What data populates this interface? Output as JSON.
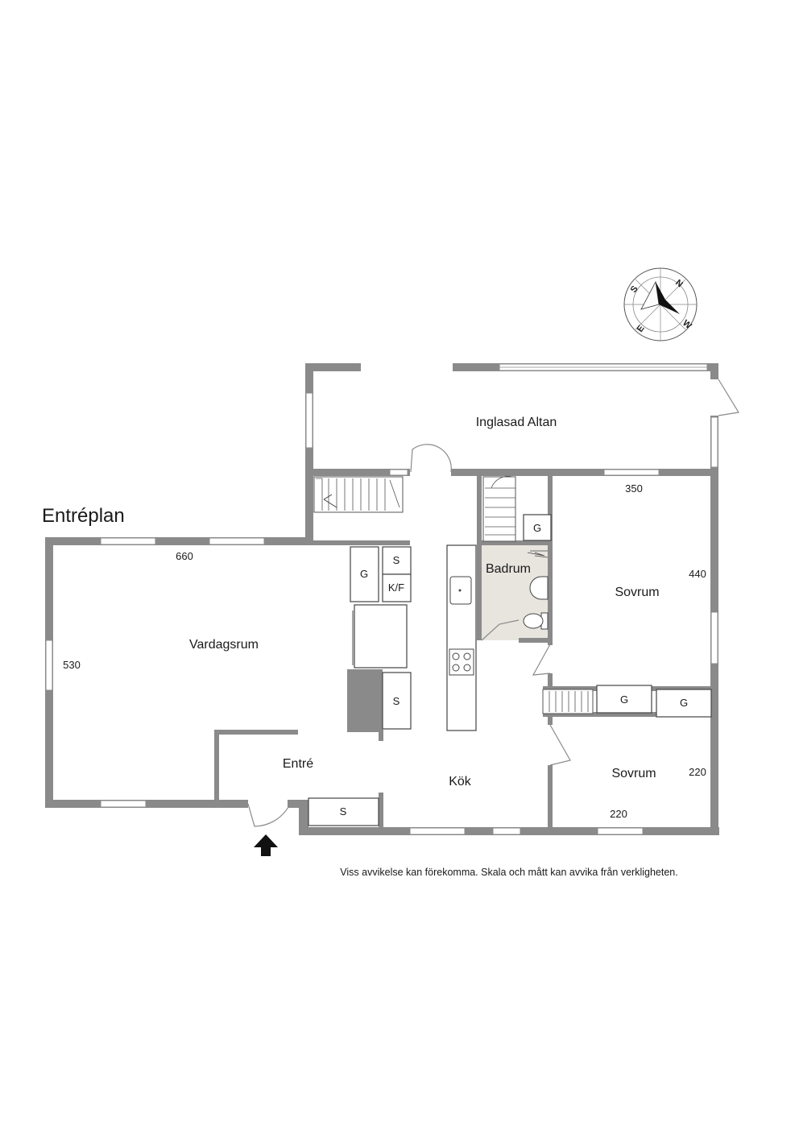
{
  "title": "Entréplan",
  "disclaimer": "Viss avvikelse kan förekomma. Skala och mått kan avvika från verkligheten.",
  "rooms": {
    "altan": "Inglasad Altan",
    "vardagsrum": "Vardagsrum",
    "badrum": "Badrum",
    "sovrum1": "Sovrum",
    "sovrum2": "Sovrum",
    "entre": "Entré",
    "kok": "Kök"
  },
  "dimensions": {
    "vardagsrum_width": "660",
    "vardagsrum_height": "530",
    "sovrum1_width": "350",
    "sovrum1_height": "440",
    "sovrum2_width": "220",
    "sovrum2_height": "220"
  },
  "fixtures": {
    "g_hall": "G",
    "s_hall": "S",
    "kf_hall": "K/F",
    "s_vardag": "S",
    "g_bath": "G",
    "g_sovrum1": "G",
    "g_sovrum2": "G",
    "s_entre": "S"
  },
  "compass": {
    "n": "N",
    "s": "S",
    "e": "E",
    "w": "W"
  },
  "colors": {
    "wall": "#8a8a8a",
    "bathroom_floor": "#e8e5df"
  }
}
